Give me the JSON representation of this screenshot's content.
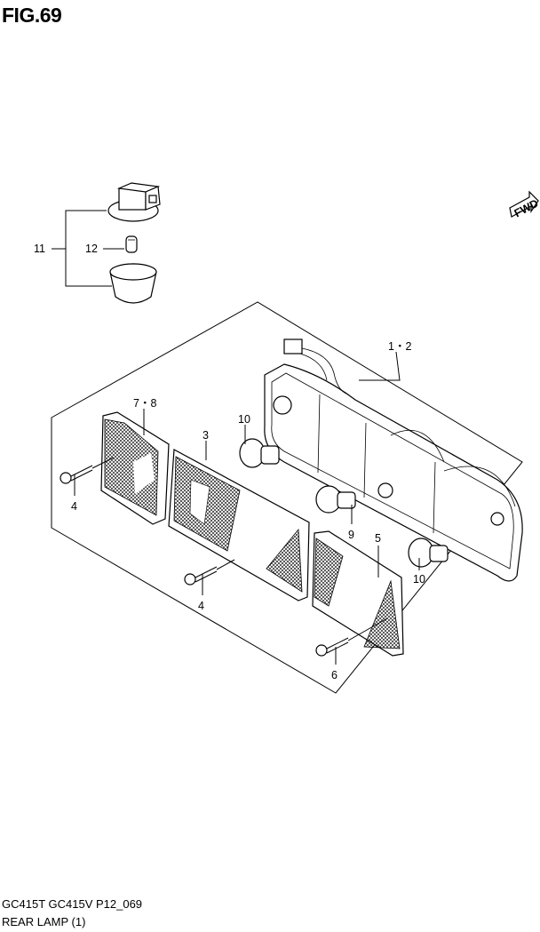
{
  "figure": {
    "title": "FIG.69",
    "fwd_label": "FWD"
  },
  "callouts": [
    {
      "id": "c11",
      "text": "11"
    },
    {
      "id": "c12",
      "text": "12"
    },
    {
      "id": "c12lamp",
      "text": "1・2"
    },
    {
      "id": "c78",
      "text": "7・8"
    },
    {
      "id": "c3",
      "text": "3"
    },
    {
      "id": "c10a",
      "text": "10"
    },
    {
      "id": "c4a",
      "text": "4"
    },
    {
      "id": "c9",
      "text": "9"
    },
    {
      "id": "c5",
      "text": "5"
    },
    {
      "id": "c10b",
      "text": "10"
    },
    {
      "id": "c4b",
      "text": "4"
    },
    {
      "id": "c6",
      "text": "6"
    }
  ],
  "footer": {
    "model": "GC415T GC415V P12_069",
    "title": "REAR LAMP (1)"
  }
}
